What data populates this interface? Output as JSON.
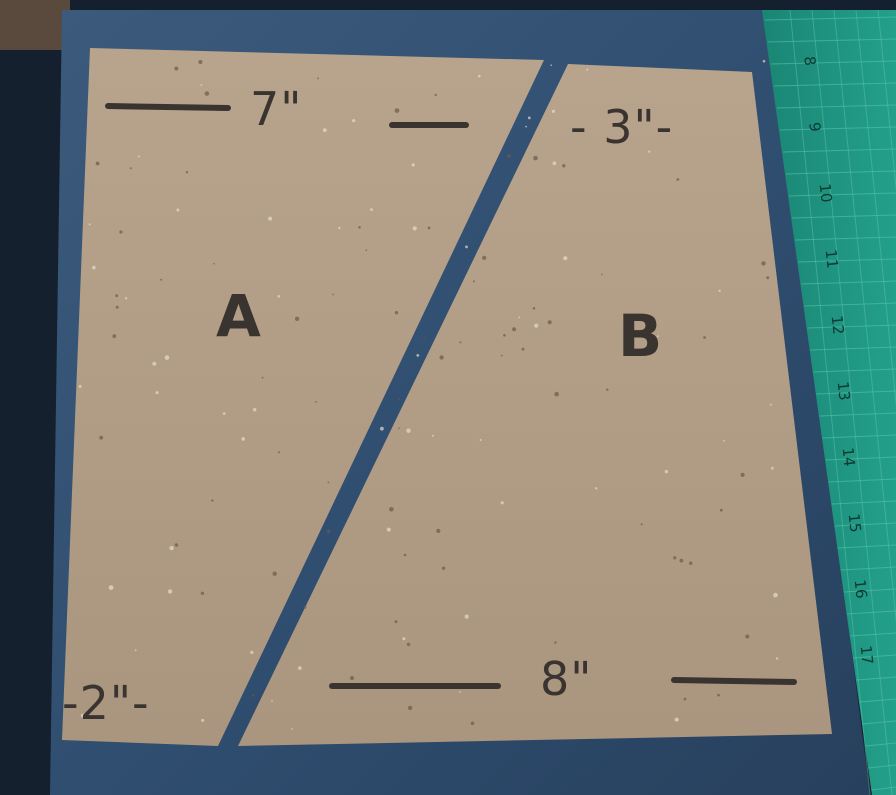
{
  "pieces": {
    "a": {
      "letter": "A",
      "top_measure": "7\"",
      "bottom_measure": "-2\"-"
    },
    "b": {
      "letter": "B",
      "top_measure": "- 3\"-",
      "bottom_measure": "8\""
    }
  },
  "ruler": {
    "numbers": [
      "8",
      "9",
      "10",
      "11",
      "12",
      "13",
      "14",
      "15",
      "16",
      "17"
    ]
  },
  "colors": {
    "cardboard": "#b09c86",
    "board_blue": "#355070",
    "mat_green": "#1f8f7c",
    "marker": "#3a3430"
  }
}
